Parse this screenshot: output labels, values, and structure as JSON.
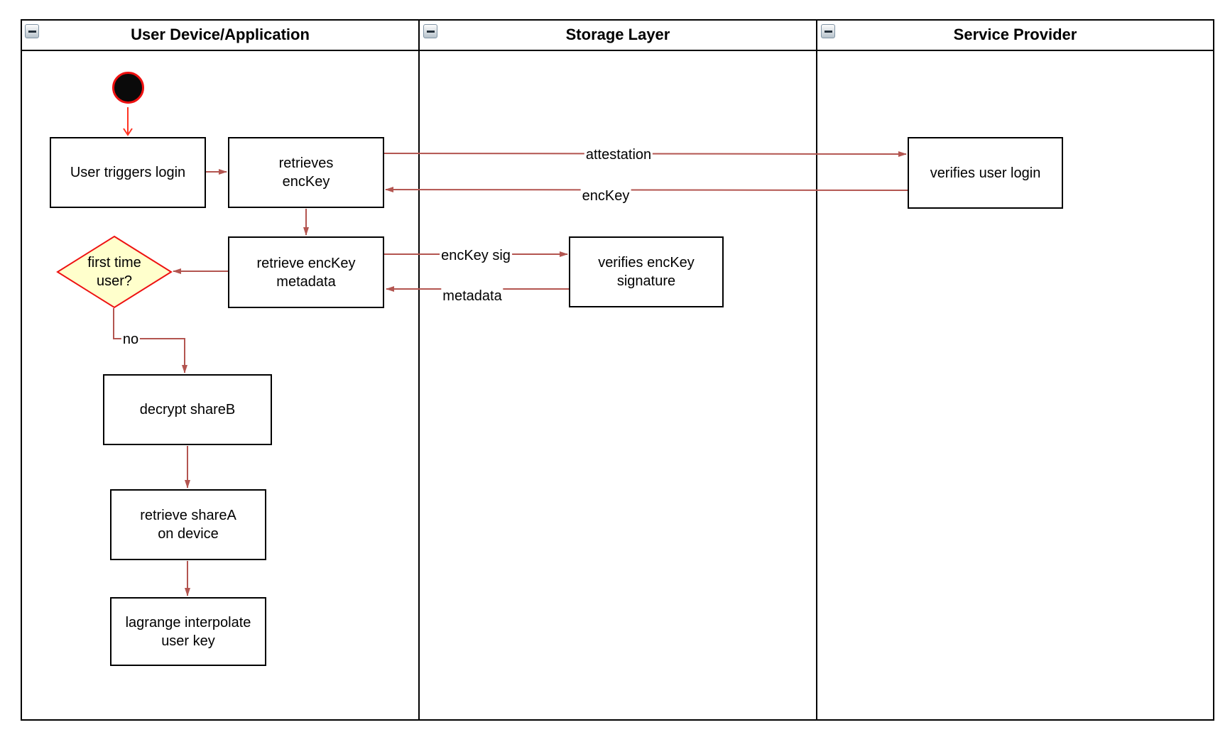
{
  "lanes": [
    {
      "title": "User Device/Application"
    },
    {
      "title": "Storage Layer"
    },
    {
      "title": "Service Provider"
    }
  ],
  "icons": {
    "collapse": "minus"
  },
  "nodes": {
    "user_triggers_login": "User triggers login",
    "retrieves_enckey": "retrieves\nencKey",
    "retrieve_enckey_metadata": "retrieve encKey\nmetadata",
    "first_time_user": "first time\nuser?",
    "decrypt_shareb": "decrypt shareB",
    "retrieve_sharea": "retrieve shareA\non device",
    "lagrange_interpolate": "lagrange interpolate\nuser key",
    "verifies_enckey_signature": "verifies encKey\nsignature",
    "verifies_user_login": "verifies user login"
  },
  "edge_labels": {
    "attestation": "attestation",
    "enckey": "encKey",
    "enckey_sig": "encKey sig",
    "metadata": "metadata",
    "no": "no"
  },
  "colors": {
    "arrow": "#b35550",
    "start_arrow": "#ff3322",
    "decision_fill": "#ffffcc",
    "decision_border": "#ee1111",
    "node_border": "#000000",
    "lane_border": "#000000"
  }
}
